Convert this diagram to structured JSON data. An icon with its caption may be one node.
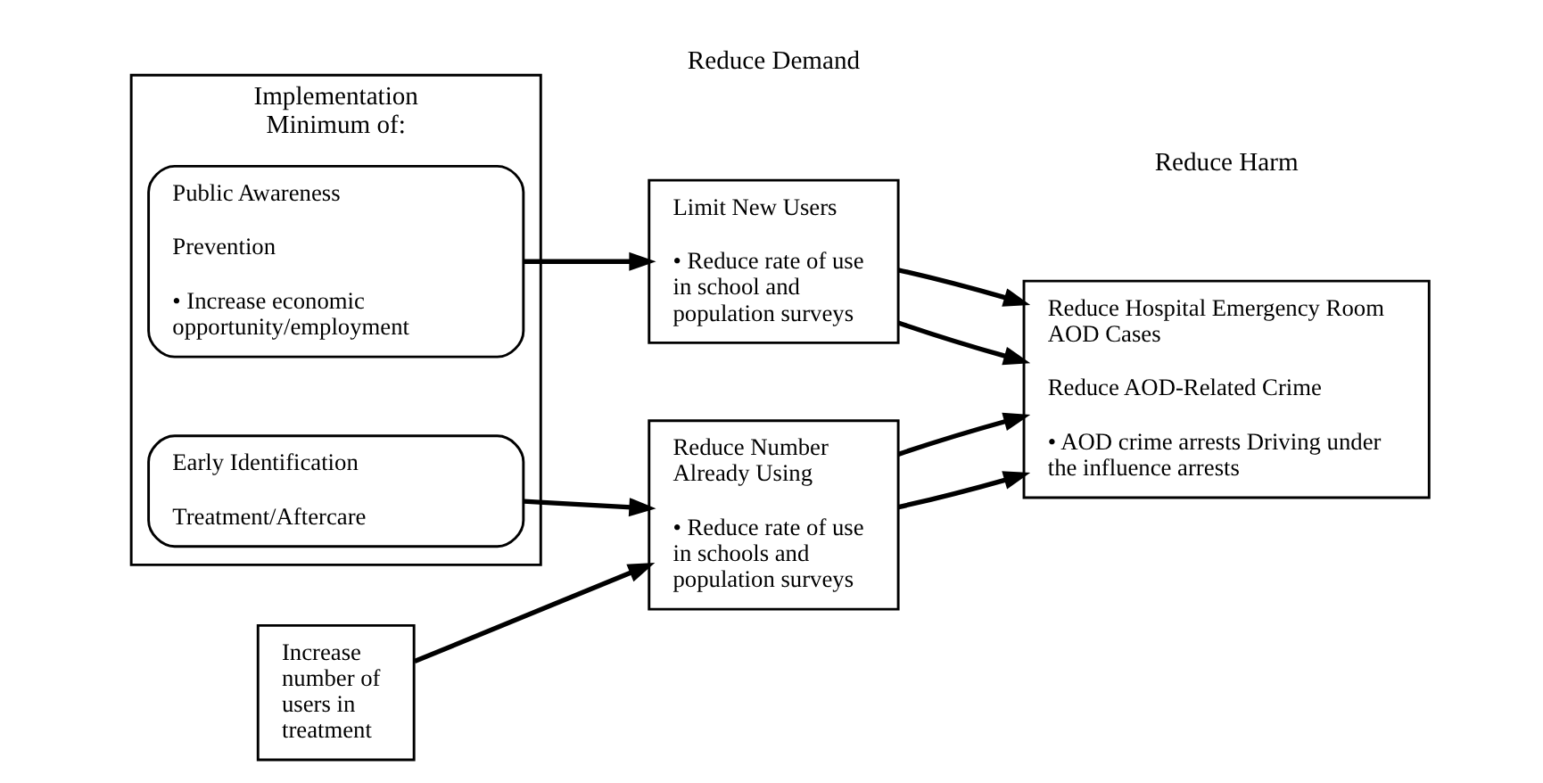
{
  "diagram": {
    "nodes": [
      {
        "text": [
          "Implementation",
          "Minimum of:"
        ]
      },
      {
        "text": [
          "Public Awareness",
          "Prevention",
          "• Increase economic opportunity/employment"
        ],
        "in": 0
      },
      {
        "text": [
          "Early Identification",
          "Treatment/Aftercare"
        ],
        "in": 0
      },
      {
        "text": [
          "Increase number of users in treatment"
        ]
      },
      {
        "text": [
          "Limit New Users",
          "• Reduce rate of use in school and population surveys"
        ]
      },
      {
        "text": [
          "Reduce Number Already Using",
          "• Reduce rate of use in schools and population surveys"
        ]
      },
      {
        "text": [
          "Reduce Hospital Emergency Room AOD Cases",
          "Reduce AOD-Related Crime",
          "• AOD crime arrests Driving under the influence arrests"
        ]
      }
    ],
    "edges": [
      {
        "from": 1,
        "to": 4,
        "arrow": "to"
      },
      {
        "from": 2,
        "to": 5,
        "arrow": "to"
      },
      {
        "from": 3,
        "to": 5,
        "arrow": "to"
      },
      {
        "from": 4,
        "to": 6,
        "arrow": "to"
      },
      {
        "from": 5,
        "to": 6,
        "arrow": "to"
      },
      {
        "from": 4,
        "to": 6,
        "arrow": "to"
      },
      {
        "from": 5,
        "to": 6,
        "arrow": "to"
      }
    ],
    "labels": [
      "Reduce Demand",
      "Reduce Harm"
    ]
  }
}
